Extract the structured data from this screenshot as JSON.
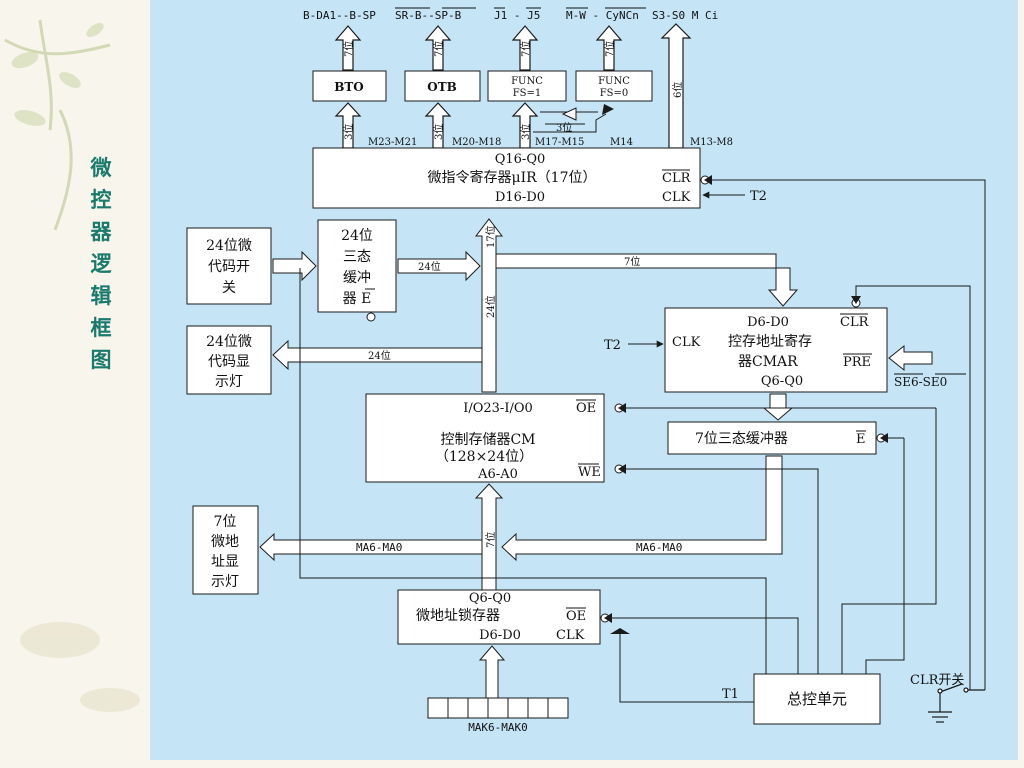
{
  "side_title": [
    "微",
    "控",
    "器",
    "逻",
    "辑",
    "框",
    "图"
  ],
  "top_signals": {
    "s1": "B-DA1--B-SP",
    "s2": "SR-B--SP-B",
    "s3": "J1 - J5",
    "s4": "M-W - CyNCn",
    "s5": "S3-S0  M  Ci"
  },
  "boxes": {
    "bto": "BTO",
    "otb": "OTB",
    "func1_l1": "FUNC",
    "func1_l2": "FS=1",
    "func0_l1": "FUNC",
    "func0_l2": "FS=0",
    "uir_top": "Q16-Q0",
    "uir_name": "微指令寄存器μIR（17位）",
    "uir_bottom": "D16-D0",
    "uir_clr": "CLR",
    "uir_clk": "CLK",
    "code_switch": [
      "24位微",
      "代码开",
      "关"
    ],
    "buffer24": [
      "24位",
      "三态",
      "缓冲",
      "器 E"
    ],
    "code_lamp": [
      "24位微",
      "代码显",
      "示灯"
    ],
    "cmar_l1": "D6-D0",
    "cmar_clr": "CLR",
    "cmar_clk": "CLK",
    "cmar_name1": "控存地址寄存",
    "cmar_name2": "器CMAR",
    "cmar_pre": "PRE",
    "cmar_bottom": "Q6-Q0",
    "cm_top": "I/O23-I/O0",
    "cm_oe": "OE",
    "cm_name": "控制存储器CM",
    "cm_size": "（128×24位）",
    "cm_addr": "A6-A0",
    "cm_we": "WE",
    "buffer7": "7位三态缓冲器",
    "buffer7_e": "E",
    "addr_lamp": [
      "7位",
      "微地",
      "址显",
      "示灯"
    ],
    "latch_top": "Q6-Q0",
    "latch_name": "微地址锁存器",
    "latch_oe": "OE",
    "latch_bottom": "D6-D0",
    "latch_clk": "CLK",
    "master": "总控单元",
    "mak": "MAK6-MAK0"
  },
  "labels": {
    "w7": "7位",
    "w3": "3位",
    "w6": "6位",
    "w17": "17位",
    "w24": "24位",
    "m23_21": "M23-M21",
    "m20_18": "M20-M18",
    "m17_15": "M17-M15",
    "m14": "M14",
    "m13_8": "M13-M8",
    "t2_uir": "T2",
    "t2_cmar": "T2",
    "se": "SE6-SE0",
    "ma_left": "MA6-MA0",
    "ma_right": "MA6-MA0",
    "t1": "T1",
    "clr_switch": "CLR开关"
  },
  "colors": {
    "diagram_bg": "#c5e5f7",
    "line": "#1a1a1a",
    "side_title": "#1a7a6c"
  }
}
